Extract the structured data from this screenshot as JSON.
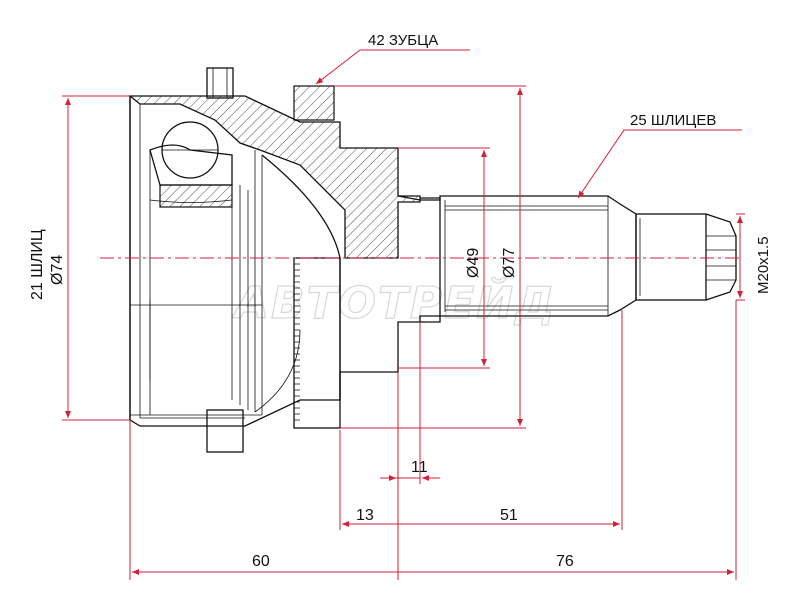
{
  "watermark": "АВТОТРЕЙД",
  "callouts": {
    "teeth": "42 ЗУБЦА",
    "splines_outer": "25 ШЛИЦЕВ"
  },
  "labels": {
    "splines_inner": "21 ШЛИЦ",
    "diameter_74": "Ø74",
    "diameter_49": "Ø49",
    "diameter_77": "Ø77",
    "thread": "M20x1.5"
  },
  "dimensions": {
    "d11": "11",
    "d13": "13",
    "d51": "51",
    "d60": "60",
    "d76": "76"
  },
  "colors": {
    "dimension_line": "#d31f3a",
    "outline": "#111111",
    "watermark": "#d8d8d8"
  }
}
